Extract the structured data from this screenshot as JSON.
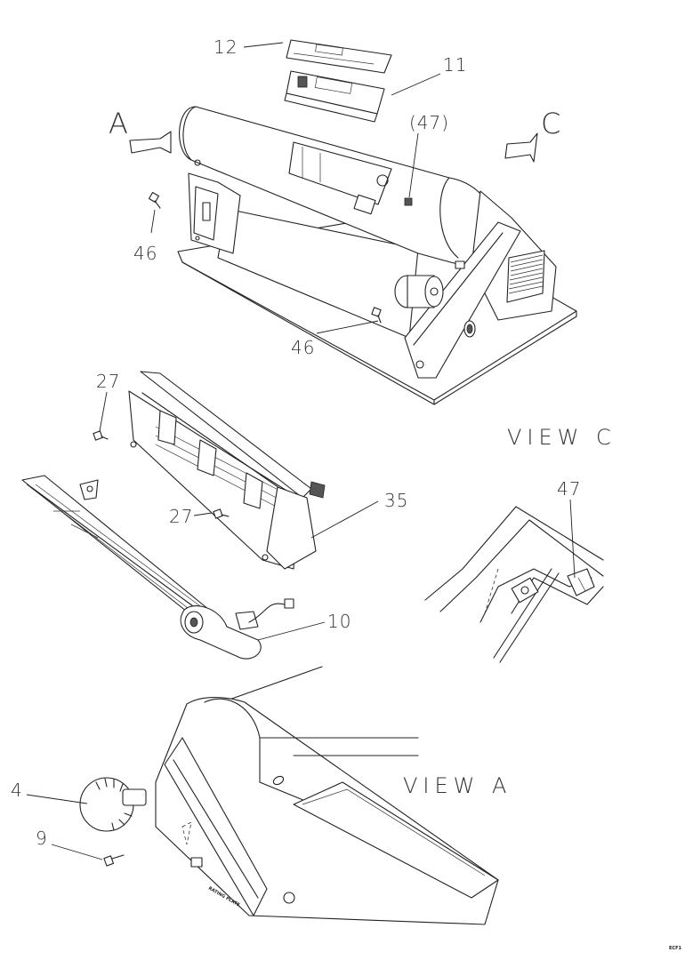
{
  "callouts": {
    "c12": "12",
    "c11": "11",
    "cA": "A",
    "cC": "C",
    "c47p": "(47)",
    "c46a": "46",
    "c46b": "46",
    "c27a": "27",
    "c27b": "27",
    "c35": "35",
    "c10": "10",
    "c47": "47",
    "c4": "4",
    "c9": "9"
  },
  "views": {
    "view_c": "VIEW C",
    "view_a": "VIEW A"
  },
  "stamp": {
    "plate_label": "RATING PLATE",
    "corner_code": "ECF1"
  }
}
